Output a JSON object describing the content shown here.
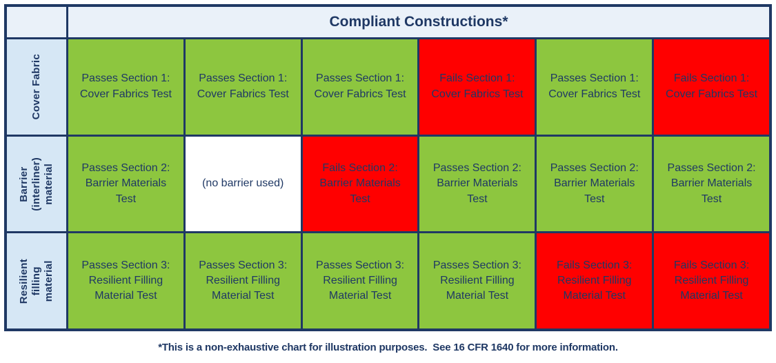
{
  "header": {
    "title": "Compliant Constructions*"
  },
  "colors": {
    "pass": "#8DC63F",
    "fail": "#FF0000",
    "none": "#FFFFFF",
    "ink": "#1F3864",
    "grid": "#1F3864",
    "header_bg": "#EAF1F9",
    "label_bg": "#D6E7F5"
  },
  "rows": [
    {
      "label": "Cover Fabric",
      "cells": [
        {
          "status": "pass",
          "text": "Passes Section 1: Cover Fabrics Test"
        },
        {
          "status": "pass",
          "text": "Passes Section 1: Cover Fabrics Test"
        },
        {
          "status": "pass",
          "text": "Passes Section 1: Cover Fabrics Test"
        },
        {
          "status": "fail",
          "text": "Fails Section 1: Cover Fabrics Test"
        },
        {
          "status": "pass",
          "text": "Passes Section 1: Cover Fabrics Test"
        },
        {
          "status": "fail",
          "text": "Fails Section 1: Cover Fabrics Test"
        }
      ]
    },
    {
      "label": "Barrier\n(interliner)\nmaterial",
      "cells": [
        {
          "status": "pass",
          "text": "Passes Section 2: Barrier Materials Test"
        },
        {
          "status": "none",
          "text": "(no barrier used)"
        },
        {
          "status": "fail",
          "text": "Fails Section 2: Barrier Materials Test"
        },
        {
          "status": "pass",
          "text": "Passes Section 2: Barrier Materials Test"
        },
        {
          "status": "pass",
          "text": "Passes Section 2: Barrier Materials Test"
        },
        {
          "status": "pass",
          "text": "Passes Section 2: Barrier Materials Test"
        }
      ]
    },
    {
      "label": "Resilient\nfilling\nmaterial",
      "cells": [
        {
          "status": "pass",
          "text": "Passes Section 3: Resilient Filling Material Test"
        },
        {
          "status": "pass",
          "text": "Passes Section 3: Resilient Filling Material Test"
        },
        {
          "status": "pass",
          "text": "Passes Section 3: Resilient Filling Material Test"
        },
        {
          "status": "pass",
          "text": "Passes Section 3: Resilient Filling Material Test"
        },
        {
          "status": "fail",
          "text": "Fails Section 3: Resilient Filling Material Test"
        },
        {
          "status": "fail",
          "text": "Fails Section 3: Resilient Filling Material Test"
        }
      ]
    }
  ],
  "footnote": "*This is a non-exhaustive chart for illustration purposes.  See 16 CFR 1640 for more information."
}
